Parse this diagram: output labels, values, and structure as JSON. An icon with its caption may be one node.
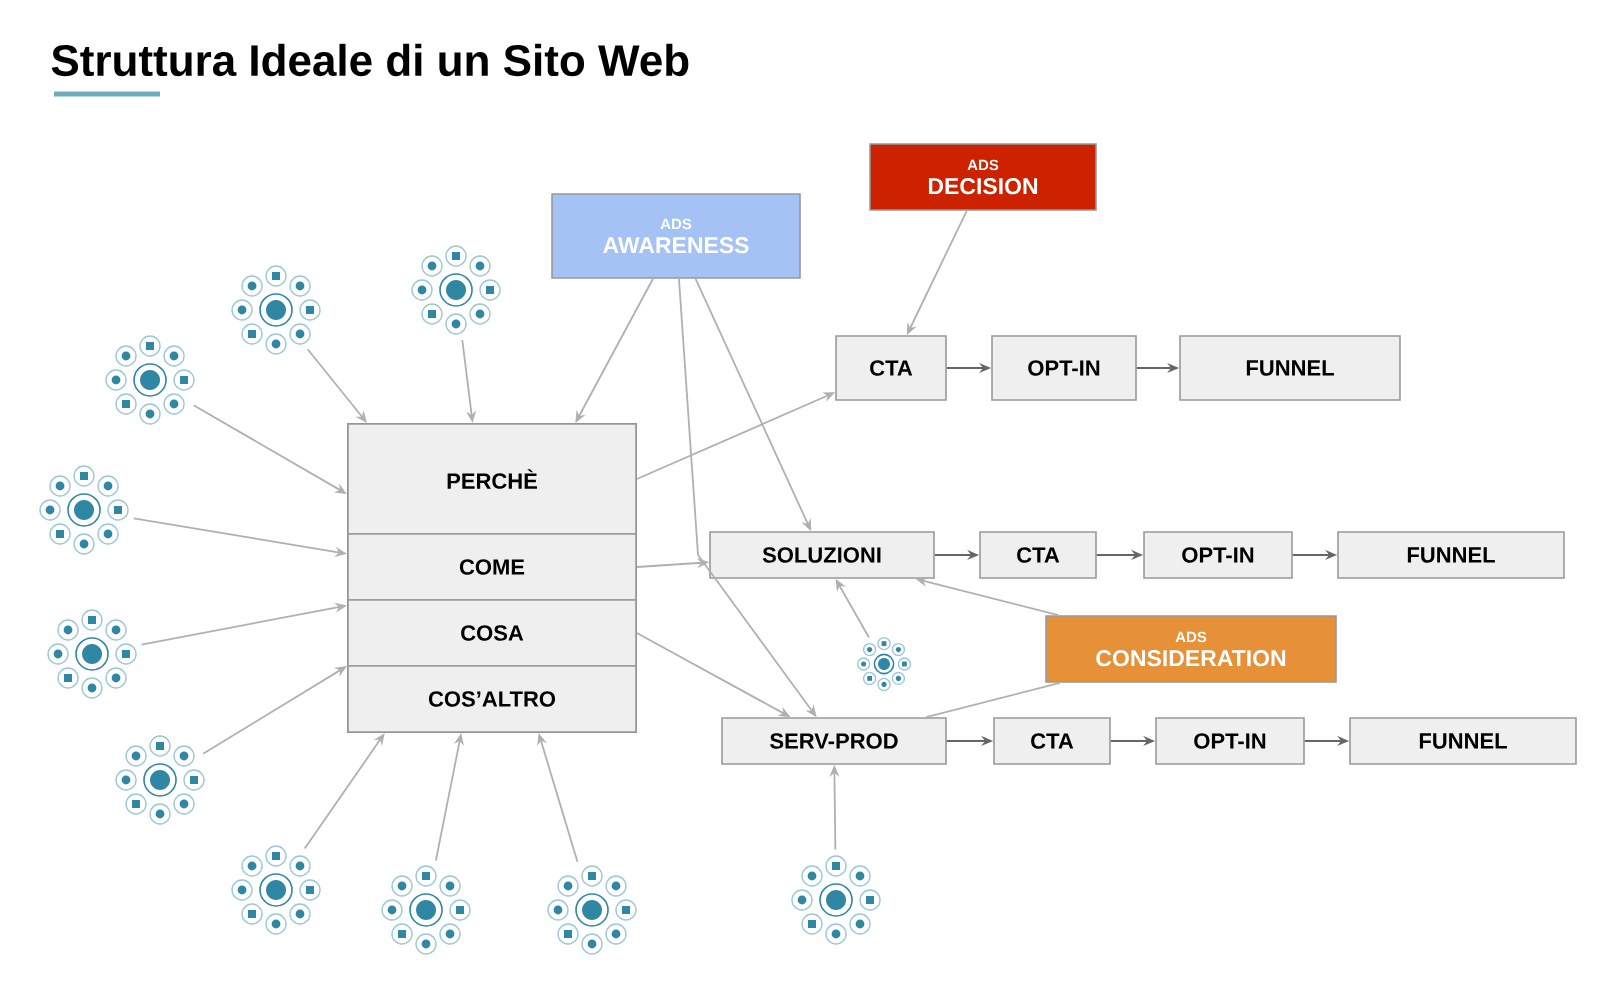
{
  "diagram": {
    "title": "Struttura Ideale di un Sito Web",
    "nodes": [
      {
        "text": [],
        "shape": "box"
      },
      {
        "text": [
          "PERCHÈ"
        ],
        "in": 0
      },
      {
        "text": [
          "COME"
        ],
        "in": 0
      },
      {
        "text": [
          "COSA"
        ],
        "in": 0
      },
      {
        "text": [
          "COS’ALTRO"
        ],
        "in": 0
      },
      {
        "text": [
          "ADS",
          "AWARENESS"
        ]
      },
      {
        "text": [
          "ADS",
          "DECISION"
        ]
      },
      {
        "text": [
          "CTA"
        ]
      },
      {
        "text": [
          "OPT-IN"
        ]
      },
      {
        "text": [
          "FUNNEL"
        ]
      },
      {
        "text": [
          "SOLUZIONI"
        ]
      },
      {
        "text": [
          "CTA"
        ]
      },
      {
        "text": [
          "OPT-IN"
        ]
      },
      {
        "text": [
          "FUNNEL"
        ]
      },
      {
        "text": [
          "ADS",
          "CONSIDERATION"
        ]
      },
      {
        "text": [
          "SERV-PROD"
        ]
      },
      {
        "text": [
          "CTA"
        ]
      },
      {
        "text": [
          "OPT-IN"
        ]
      },
      {
        "text": [
          "FUNNEL"
        ]
      },
      {
        "text": [],
        "shape": "picture"
      },
      {
        "text": [],
        "shape": "picture"
      },
      {
        "text": [],
        "shape": "picture"
      },
      {
        "text": [],
        "shape": "picture"
      },
      {
        "text": [],
        "shape": "picture"
      },
      {
        "text": [],
        "shape": "picture"
      },
      {
        "text": [],
        "shape": "picture"
      },
      {
        "text": [],
        "shape": "picture"
      },
      {
        "text": [],
        "shape": "picture"
      },
      {
        "text": [],
        "shape": "picture"
      },
      {
        "text": [],
        "shape": "picture"
      }
    ],
    "edges": [
      {
        "from": 19,
        "to": 0,
        "arrow": "to"
      },
      {
        "from": 20,
        "to": 0,
        "arrow": "to"
      },
      {
        "from": 21,
        "to": 0,
        "arrow": "to"
      },
      {
        "from": 22,
        "to": 0,
        "arrow": "to"
      },
      {
        "from": 23,
        "to": 0,
        "arrow": "to"
      },
      {
        "from": 24,
        "to": 0,
        "arrow": "to"
      },
      {
        "from": 25,
        "to": 0,
        "arrow": "to"
      },
      {
        "from": 26,
        "to": 0,
        "arrow": "to"
      },
      {
        "from": 27,
        "to": 0,
        "arrow": "to"
      },
      {
        "from": 28,
        "to": 15,
        "arrow": "to"
      },
      {
        "from": 29,
        "to": 10,
        "arrow": "to"
      },
      {
        "from": 5,
        "to": 0,
        "arrow": "to"
      },
      {
        "from": 5,
        "to": 10,
        "arrow": "to"
      },
      {
        "from": 5,
        "to": 15,
        "arrow": "to"
      },
      {
        "from": 6,
        "to": 7,
        "arrow": "to"
      },
      {
        "from": 14,
        "to": 10,
        "arrow": "to"
      },
      {
        "from": 14,
        "to": 15,
        "arrow": "none"
      },
      {
        "from": 1,
        "to": 7,
        "arrow": "to"
      },
      {
        "from": 2,
        "to": 10,
        "arrow": "to"
      },
      {
        "from": 3,
        "to": 15,
        "arrow": "to"
      },
      {
        "from": 7,
        "to": 8,
        "arrow": "to",
        "color": "#666666"
      },
      {
        "from": 8,
        "to": 9,
        "arrow": "to",
        "color": "#666666"
      },
      {
        "from": 10,
        "to": 11,
        "arrow": "to",
        "color": "#666666"
      },
      {
        "from": 11,
        "to": 12,
        "arrow": "to",
        "color": "#666666"
      },
      {
        "from": 12,
        "to": 13,
        "arrow": "to",
        "color": "#666666"
      },
      {
        "from": 15,
        "to": 16,
        "arrow": "to",
        "color": "#666666"
      },
      {
        "from": 16,
        "to": 17,
        "arrow": "to",
        "color": "#666666"
      },
      {
        "from": 17,
        "to": 18,
        "arrow": "to",
        "color": "#666666"
      }
    ]
  }
}
